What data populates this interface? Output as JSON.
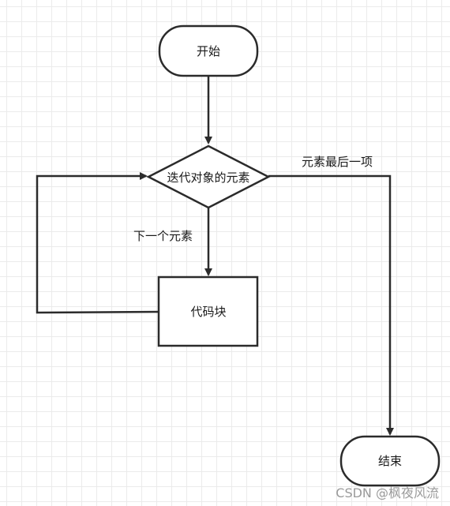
{
  "nodes": {
    "start": "开始",
    "loop_decision": "迭代对象的元素",
    "code_block": "代码块",
    "end": "结束"
  },
  "edges": {
    "last_element": "元素最后一项",
    "next_element": "下一个元素"
  },
  "watermark": "CSDN @枫夜风流"
}
